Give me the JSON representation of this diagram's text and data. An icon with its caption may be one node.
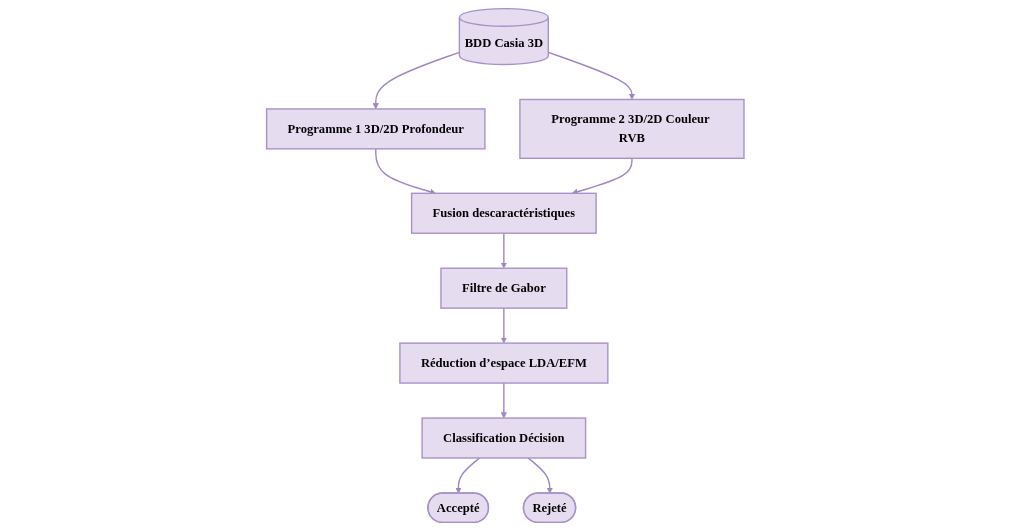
{
  "diagram": {
    "nodes": [
      {
        "text": [
          "BDD Casia 3D"
        ]
      },
      {
        "text": [
          "Programme 1 3D/2D Profondeur"
        ]
      },
      {
        "text": [
          "Programme 2 3D/2D Couleur RVB"
        ]
      },
      {
        "text": [
          "Fusion descaractéristiques"
        ]
      },
      {
        "text": [
          "Filtre  de Gabor"
        ]
      },
      {
        "text": [
          "Réduction d’espace LDA/EFM"
        ]
      },
      {
        "text": [
          "Accepté"
        ]
      },
      {
        "text": [
          "Classification Décision"
        ]
      },
      {
        "text": [
          "Rejeté"
        ]
      }
    ],
    "edges": [
      {
        "from": 0,
        "to": 1,
        "arrow": "to"
      },
      {
        "from": 0,
        "to": 2,
        "arrow": "to"
      },
      {
        "from": 1,
        "to": 3,
        "arrow": "to"
      },
      {
        "from": 2,
        "to": 3,
        "arrow": "to"
      },
      {
        "from": 3,
        "to": 4,
        "arrow": "to"
      },
      {
        "from": 4,
        "to": 5,
        "arrow": "to"
      },
      {
        "from": 5,
        "to": 7,
        "arrow": "to"
      },
      {
        "from": 7,
        "to": 6,
        "arrow": "to"
      },
      {
        "from": 7,
        "to": 8,
        "arrow": "to"
      }
    ]
  }
}
